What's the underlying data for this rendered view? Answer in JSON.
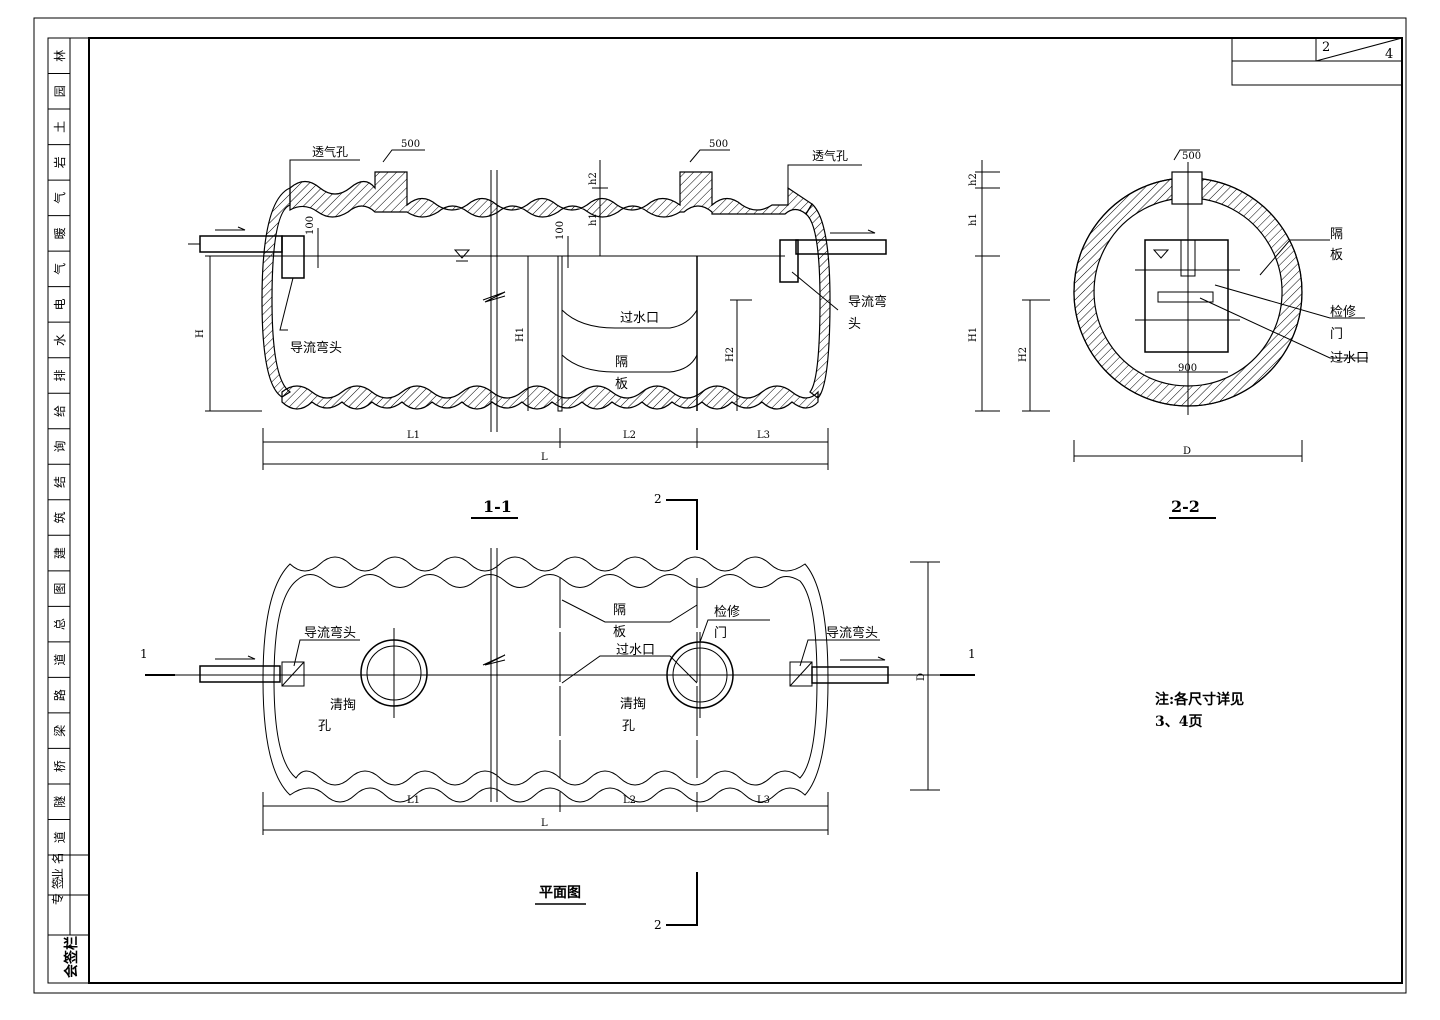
{
  "sheet": {
    "page_num": "2",
    "page_total": "4"
  },
  "side_column": {
    "stamp_chars": [
      "林",
      "园",
      "土",
      "岩",
      "气",
      "暖",
      "气",
      "电",
      "水",
      "排",
      "给",
      "询",
      "结",
      "筑",
      "建",
      "图",
      "总",
      "道",
      "路",
      "梁",
      "桥",
      "隧",
      "道"
    ],
    "specialty_label": "业 名",
    "specialty_label2": "专 签",
    "countersign_label": "会签栏"
  },
  "section_1": {
    "title": "1-1",
    "vent_hole_left": "透气孔",
    "vent_hole_right": "透气孔",
    "vent_dim_left": "500",
    "vent_dim_right": "500",
    "elbow_left": "导流弯头",
    "elbow_right": "导流弯",
    "elbow_right2": "头",
    "overflow_port": "过水口",
    "partition": "隔",
    "partition2": "板",
    "dim_100a": "100",
    "dim_100b": "100",
    "dim_H": "H",
    "dim_H1": "H1",
    "dim_H2": "H2",
    "dim_h1": "h1",
    "dim_h2": "h2",
    "dim_L1": "L1",
    "dim_L2": "L2",
    "dim_L3": "L3",
    "dim_L": "L"
  },
  "section_2": {
    "title": "2-2",
    "vent_dim": "500",
    "partition": "隔",
    "partition2": "板",
    "access_door": "检修",
    "access_door2": "门",
    "overflow_port": "过水口",
    "dim_900": "900",
    "dim_D": "D",
    "dim_h1": "h1",
    "dim_h2": "h2",
    "dim_H1": "H1",
    "dim_H2": "H2"
  },
  "plan": {
    "title": "平面图",
    "elbow_left": "导流弯头",
    "elbow_right": "导流弯头",
    "partition": "隔",
    "partition2": "板",
    "overflow_port": "过水口",
    "access_door": "检修",
    "access_door2": "门",
    "cleanout_left": "清掏",
    "cleanout_left2": "孔",
    "cleanout_right": "清掏",
    "cleanout_right2": "孔",
    "cut_1": "1",
    "cut_2": "2",
    "dim_L1": "L1",
    "dim_L2": "L2",
    "dim_L3": "L3",
    "dim_L": "L",
    "dim_D": "D"
  },
  "note": {
    "line1": "注:各尺寸详见",
    "line2": "3、4页"
  }
}
